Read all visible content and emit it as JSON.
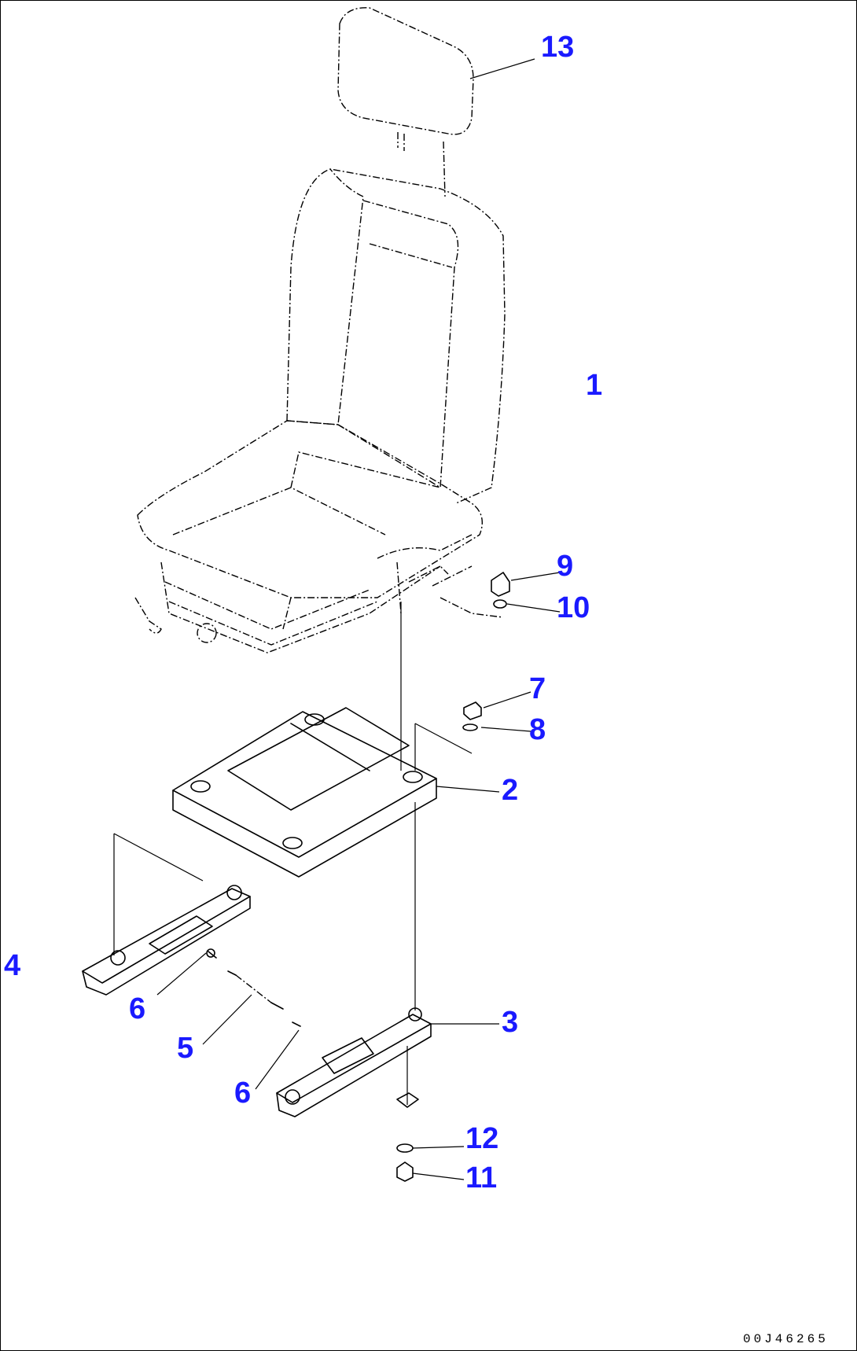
{
  "diagram": {
    "labels": [
      {
        "id": "p13",
        "text": "13"
      },
      {
        "id": "p1",
        "text": "1"
      },
      {
        "id": "p9",
        "text": "9"
      },
      {
        "id": "p10",
        "text": "10"
      },
      {
        "id": "p7",
        "text": "7"
      },
      {
        "id": "p8",
        "text": "8"
      },
      {
        "id": "p2",
        "text": "2"
      },
      {
        "id": "p4",
        "text": "4"
      },
      {
        "id": "p6a",
        "text": "6"
      },
      {
        "id": "p5",
        "text": "5"
      },
      {
        "id": "p6b",
        "text": "6"
      },
      {
        "id": "p3",
        "text": "3"
      },
      {
        "id": "p12",
        "text": "12"
      },
      {
        "id": "p11",
        "text": "11"
      }
    ],
    "doc_code": "00J46265",
    "label_color": "#1a1aff"
  }
}
